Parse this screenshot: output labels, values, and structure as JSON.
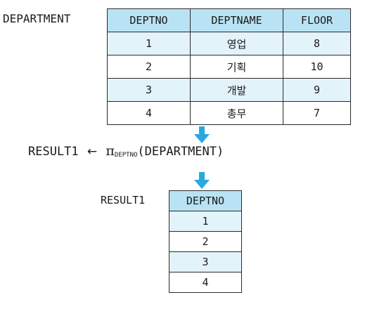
{
  "department": {
    "relation_name": "DEPARTMENT",
    "headers": [
      "DEPTNO",
      "DEPTNAME",
      "FLOOR"
    ],
    "rows": [
      [
        "1",
        "영업",
        "8"
      ],
      [
        "2",
        "기획",
        "10"
      ],
      [
        "3",
        "개발",
        "9"
      ],
      [
        "4",
        "총무",
        "7"
      ]
    ]
  },
  "expression": {
    "result_name": "RESULT1",
    "assign_arrow": "←",
    "operator": "π",
    "subscript": "DEPTNO",
    "argument": "(DEPARTMENT)"
  },
  "result": {
    "relation_name": "RESULT1",
    "headers": [
      "DEPTNO"
    ],
    "rows": [
      [
        "1"
      ],
      [
        "2"
      ],
      [
        "3"
      ],
      [
        "4"
      ]
    ]
  },
  "colors": {
    "header_fill": "#b9e3f4",
    "stripe_fill": "#e3f3fa",
    "arrow_fill": "#2aa8e0"
  }
}
